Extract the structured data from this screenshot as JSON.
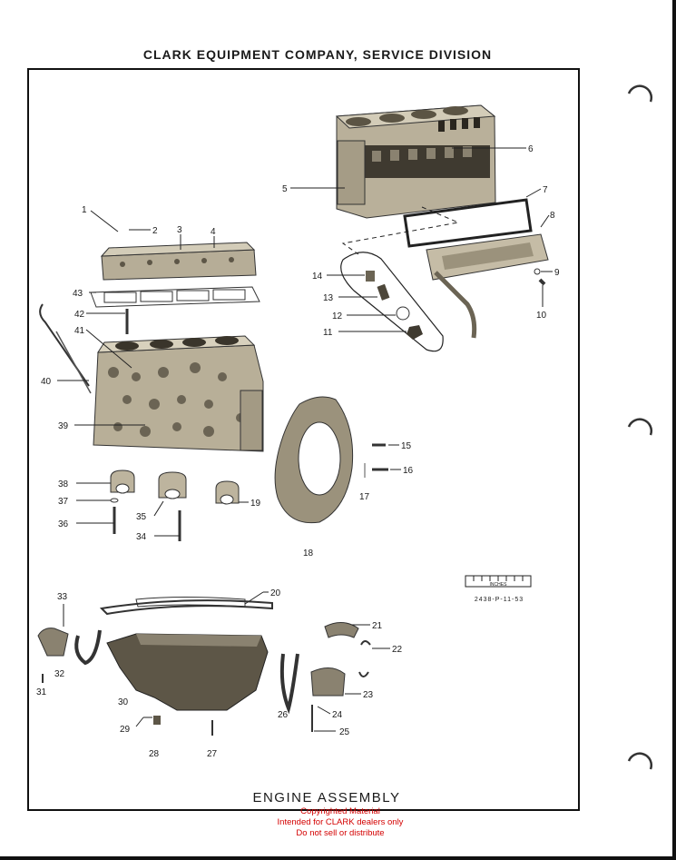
{
  "header": {
    "title": "CLARK EQUIPMENT COMPANY, SERVICE DIVISION"
  },
  "footer": {
    "title": "ENGINE ASSEMBLY"
  },
  "watermark": {
    "line1": "Copyrighted Material",
    "line2": "Intended for CLARK dealers only",
    "line3": "Do not sell or distribute"
  },
  "scale": {
    "code": "2438-P-11-53",
    "unit": "INCHES"
  },
  "callouts": [
    "1",
    "2",
    "3",
    "4",
    "5",
    "6",
    "7",
    "8",
    "9",
    "10",
    "11",
    "12",
    "13",
    "14",
    "15",
    "16",
    "17",
    "18",
    "19",
    "20",
    "21",
    "22",
    "23",
    "24",
    "25",
    "26",
    "27",
    "28",
    "29",
    "30",
    "31",
    "32",
    "33",
    "34",
    "35",
    "36",
    "37",
    "38",
    "39",
    "40",
    "41",
    "42",
    "43"
  ],
  "colors": {
    "ink": "#1a1a1a",
    "watermark": "#d40000",
    "metal_light": "#c9c1ae",
    "metal_dark": "#6b6454"
  }
}
